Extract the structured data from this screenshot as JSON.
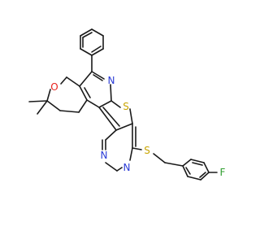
{
  "molecule": {
    "atoms": {
      "oxygen": "O",
      "nitrogen_pyridine": "N",
      "nitrogen_pyrimidine_1": "N",
      "nitrogen_pyrimidine_2": "N",
      "sulfur_ring": "S",
      "sulfur_thioether": "S",
      "fluorine": "F"
    },
    "colors": {
      "bond": "#1a1a1a",
      "oxygen": "#e8231e",
      "nitrogen": "#2a3bd6",
      "sulfur": "#c8a400",
      "fluorine": "#2e9e2e"
    }
  }
}
